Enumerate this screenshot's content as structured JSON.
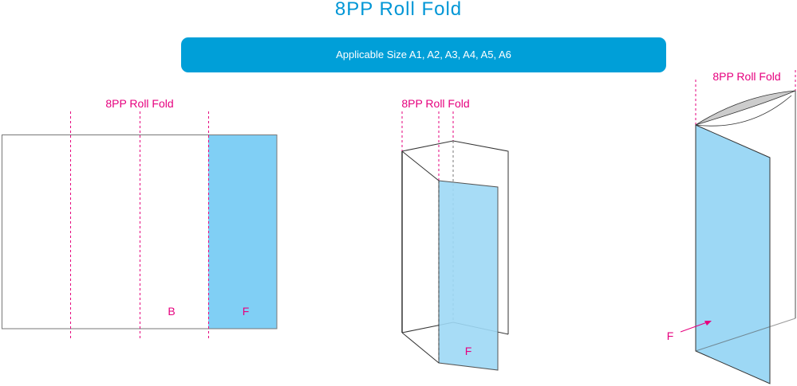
{
  "title": "8PP Roll Fold",
  "banner": "Applicable Size A1, A2, A3, A4, A5, A6",
  "diagrams": {
    "flat": {
      "label": "8PP Roll Fold",
      "panel_b": "B",
      "panel_f": "F"
    },
    "partial": {
      "label": "8PP Roll Fold",
      "panel_f": "F"
    },
    "folded": {
      "label": "8PP Roll Fold",
      "panel_f": "F"
    }
  },
  "colors": {
    "accent": "#009fd8",
    "fold_line": "#e6007e",
    "panel": "#9dd8f5"
  }
}
